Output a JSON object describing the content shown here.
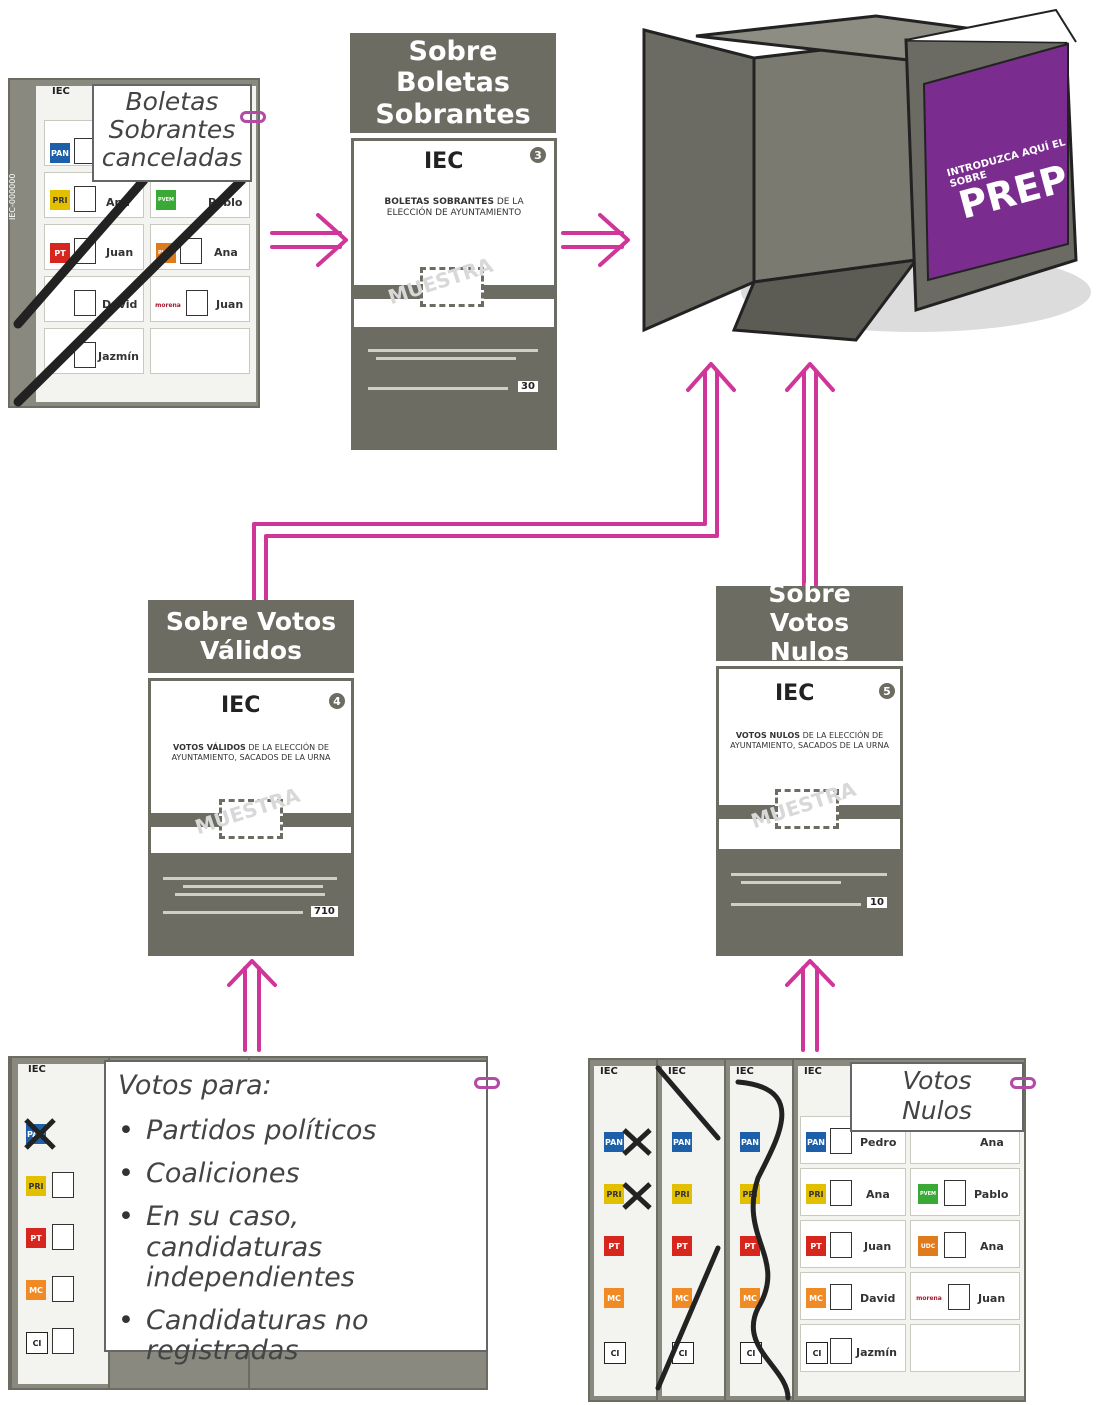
{
  "colors": {
    "arrow": "#d0369a",
    "envelope": "#6d6c62",
    "box_purple": "#7a2d8f",
    "box_gray": "#6b6b63"
  },
  "labels": {
    "boletas_sobrantes_note": "Boletas Sobrantes canceladas",
    "votos_nulos_note": "Votos Nulos",
    "votos_para_title": "Votos para:",
    "votos_para_items": [
      "Partidos políticos",
      "Coaliciones",
      "En su caso, candidaturas independientes",
      "Candidaturas no registradas"
    ]
  },
  "envelopes": {
    "sobrantes": {
      "header": "Sobre Boletas Sobrantes",
      "number": "3",
      "logo": "IEC",
      "title_bold": "BOLETAS SOBRANTES",
      "title_rest": "DE LA ELECCIÓN DE AYUNTAMIENTO",
      "watermark": "MUESTRA",
      "count": "30"
    },
    "validos": {
      "header": "Sobre Votos Válidos",
      "number": "4",
      "logo": "IEC",
      "title_bold": "VOTOS VÁLIDOS",
      "title_rest": "DE LA ELECCIÓN DE AYUNTAMIENTO, SACADOS DE LA URNA",
      "watermark": "MUESTRA",
      "count": "710"
    },
    "nulos": {
      "header": "Sobre Votos Nulos",
      "number": "5",
      "logo": "IEC",
      "title_bold": "VOTOS NULOS",
      "title_rest": "DE LA ELECCIÓN DE AYUNTAMIENTO, SACADOS DE LA URNA",
      "watermark": "MUESTRA",
      "count": "10"
    }
  },
  "box": {
    "slot_text": "INTRODUZCA AQUÍ EL SOBRE",
    "label": "PREP"
  },
  "ballot": {
    "logo": "IEC",
    "parties": [
      "PAN",
      "PRI",
      "PT",
      "MC",
      "CI"
    ],
    "candidates_left": [
      "Pedro",
      "Ana",
      "Juan",
      "David",
      "Jazmín"
    ],
    "candidates_right": [
      "Ana",
      "Pablo",
      "Ana",
      "Juan"
    ],
    "party_right": [
      "PVEM",
      "PVEM",
      "UDC",
      "morena"
    ],
    "folio": "IEC-000000"
  }
}
